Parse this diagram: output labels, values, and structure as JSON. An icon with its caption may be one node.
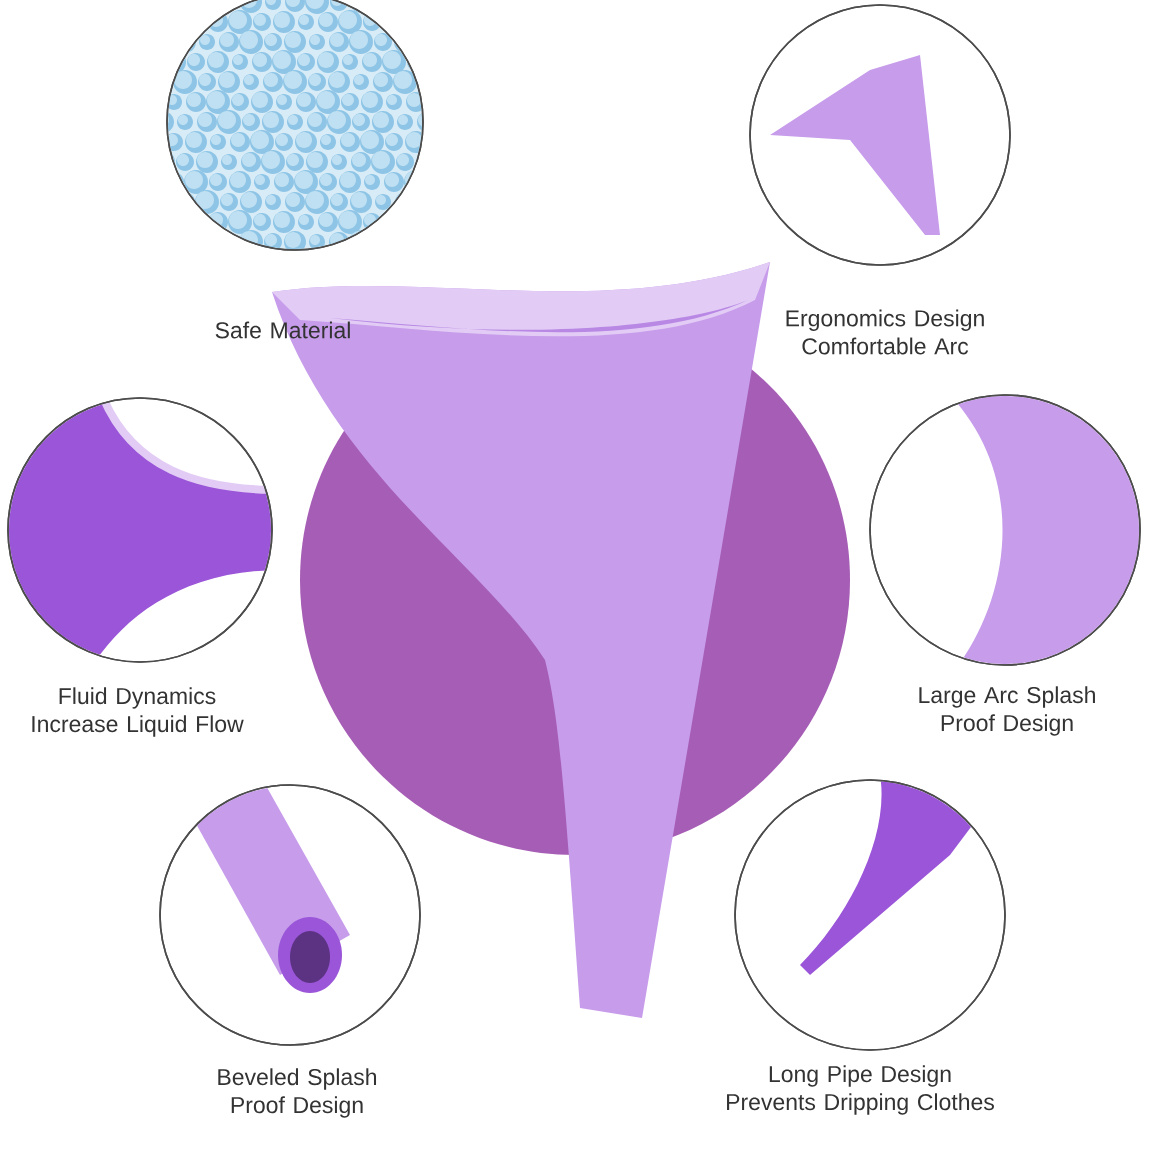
{
  "diagram": {
    "nodes": [
      {
        "text": [
          "Safe Material"
        ]
      },
      {
        "text": [
          "Ergonomics Design Comfortable Arc"
        ]
      },
      {
        "text": [
          "Fluid Dynamics Increase Liquid Flow"
        ]
      },
      {
        "text": [
          "Large Arc Splash Proof Design"
        ]
      },
      {
        "text": [
          "Beveled Splash Proof Design"
        ]
      },
      {
        "text": [
          "Long Pipe Design Prevents Dripping Clothes"
        ]
      }
    ]
  }
}
